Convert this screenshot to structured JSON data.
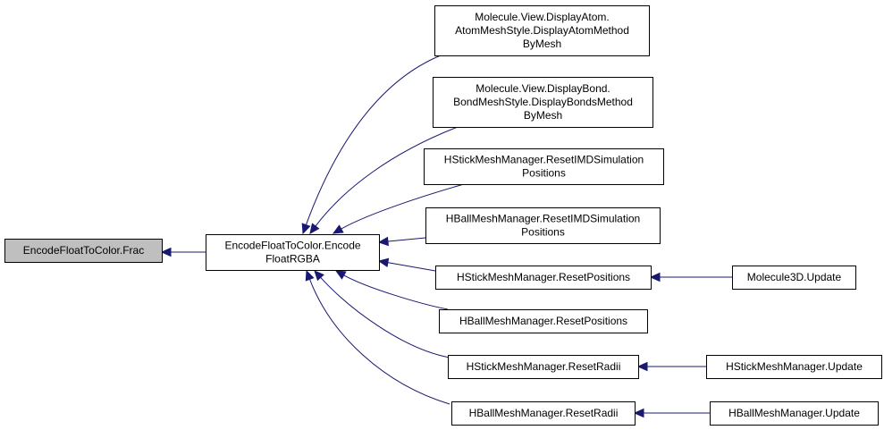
{
  "diagram": {
    "nodes": [
      {
        "id": "frac",
        "lines": [
          "EncodeFloatToColor.Frac"
        ],
        "root": true
      },
      {
        "id": "encode",
        "lines": [
          "EncodeFloatToColor.Encode",
          "FloatRGBA"
        ]
      },
      {
        "id": "atom",
        "lines": [
          "Molecule.View.DisplayAtom.",
          "AtomMeshStyle.DisplayAtomMethod",
          "ByMesh"
        ]
      },
      {
        "id": "bond",
        "lines": [
          "Molecule.View.DisplayBond.",
          "BondMeshStyle.DisplayBondsMethod",
          "ByMesh"
        ]
      },
      {
        "id": "hstick_imd",
        "lines": [
          "HStickMeshManager.ResetIMDSimulation",
          "Positions"
        ]
      },
      {
        "id": "hball_imd",
        "lines": [
          "HBallMeshManager.ResetIMDSimulation",
          "Positions"
        ]
      },
      {
        "id": "hstick_pos",
        "lines": [
          "HStickMeshManager.ResetPositions"
        ]
      },
      {
        "id": "hball_pos",
        "lines": [
          "HBallMeshManager.ResetPositions"
        ]
      },
      {
        "id": "hstick_radii",
        "lines": [
          "HStickMeshManager.ResetRadii"
        ]
      },
      {
        "id": "hball_radii",
        "lines": [
          "HBallMeshManager.ResetRadii"
        ]
      },
      {
        "id": "mol3d_update",
        "lines": [
          "Molecule3D.Update"
        ]
      },
      {
        "id": "hstick_update",
        "lines": [
          "HStickMeshManager.Update"
        ]
      },
      {
        "id": "hball_update",
        "lines": [
          "HBallMeshManager.Update"
        ]
      }
    ],
    "edges": [
      {
        "from": "encode",
        "to": "frac"
      },
      {
        "from": "atom",
        "to": "encode"
      },
      {
        "from": "bond",
        "to": "encode"
      },
      {
        "from": "hstick_imd",
        "to": "encode"
      },
      {
        "from": "hball_imd",
        "to": "encode"
      },
      {
        "from": "hstick_pos",
        "to": "encode"
      },
      {
        "from": "hball_pos",
        "to": "encode"
      },
      {
        "from": "hstick_radii",
        "to": "encode"
      },
      {
        "from": "hball_radii",
        "to": "encode"
      },
      {
        "from": "mol3d_update",
        "to": "hstick_pos"
      },
      {
        "from": "hstick_update",
        "to": "hstick_radii"
      },
      {
        "from": "hball_update",
        "to": "hball_radii"
      }
    ]
  }
}
